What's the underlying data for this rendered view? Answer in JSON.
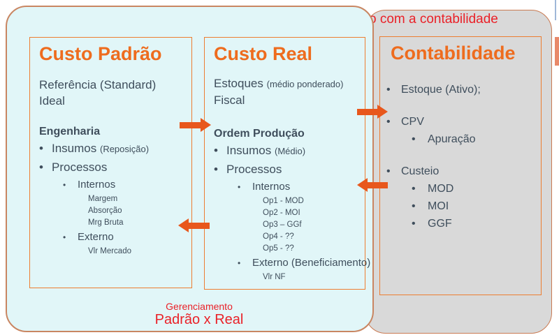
{
  "colors": {
    "accent_orange": "#ee6c1e",
    "box_border_orange": "#ed7d31",
    "arrow_orange": "#e8571c",
    "panel_cyan": "#e1f6f8",
    "panel_gray": "#d9d9d9",
    "body_text": "#3f4e5c",
    "note_red": "#ea2128"
  },
  "top_note": {
    "visible_text": "o com a contabilidade"
  },
  "bottom_note": {
    "line1": "Gerenciamento",
    "line2": "Padrão x Real"
  },
  "boxes": {
    "custo_padrao": {
      "title": "Custo Padrão",
      "intro1": "Referência (Standard)",
      "intro2": "Ideal",
      "section": "Engenharia",
      "b1": "Insumos",
      "b1_note": "(Reposição)",
      "b2": "Processos",
      "s1": "Internos",
      "t1": "Margem",
      "t2": "Absorção",
      "t3": "Mrg Bruta",
      "s2": "Externo",
      "t4": "Vlr Mercado"
    },
    "custo_real": {
      "title": "Custo Real",
      "intro1": "Estoques",
      "intro1_note": "(médio ponderado)",
      "intro2": "Fiscal",
      "section": "Ordem Produção",
      "b1": "Insumos",
      "b1_note": "(Médio)",
      "b2": "Processos",
      "s1": "Internos",
      "t1": "Op1 - MOD",
      "t2": "Op2 - MOI",
      "t3": "Op3 – GGf",
      "t4": "Op4 - ??",
      "t5": "Op5 - ??",
      "s2": "Externo (Beneficiamento)",
      "t6": "Vlr NF"
    },
    "contabilidade": {
      "title": "Contabilidade",
      "b1": "Estoque (Ativo);",
      "b2": "CPV",
      "s1": "Apuração",
      "b3": "Custeio",
      "s2": "MOD",
      "s3": "MOI",
      "s4": "GGF"
    }
  }
}
